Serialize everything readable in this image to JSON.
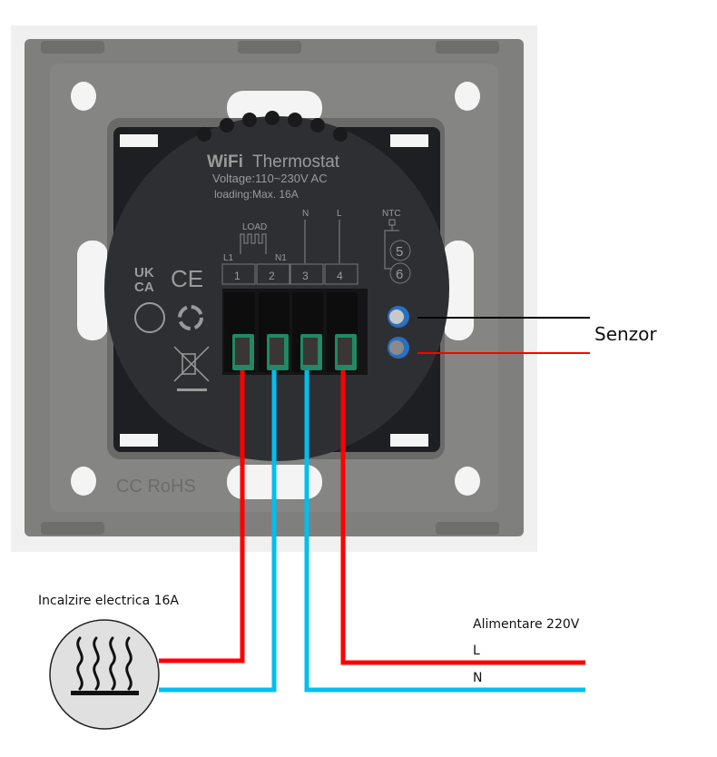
{
  "device": {
    "brand_line": "WiFi",
    "model_line": "Thermostat",
    "voltage": "Voltage:110~230V AC",
    "loading": "loading:Max. 16A",
    "load_label": "LOAD",
    "terminal_top_labels": {
      "l1": "L1",
      "n1": "N1",
      "n": "N",
      "l": "L"
    },
    "terminals": [
      "1",
      "2",
      "3",
      "4"
    ],
    "ntc_label": "NTC",
    "ntc_terminals": [
      "5",
      "6"
    ],
    "marks": {
      "ukca_top": "UK",
      "ukca_bottom": "CA",
      "ce": "CE"
    },
    "plate_marking": "CC RoHS"
  },
  "labels": {
    "sensor": "Senzor",
    "heater": "Incalzire electrica 16A",
    "supply": "Alimentare 220V",
    "supply_l": "L",
    "supply_n": "N"
  },
  "wires": [
    {
      "name": "heater-live",
      "from": "terminal 1",
      "to": "heater",
      "color": "#ff0000"
    },
    {
      "name": "heater-neutral",
      "from": "terminal 2",
      "to": "heater",
      "color": "#00bfef"
    },
    {
      "name": "supply-neutral",
      "from": "terminal 3",
      "to": "supply N",
      "color": "#00bfef"
    },
    {
      "name": "supply-live",
      "from": "terminal 4",
      "to": "supply L",
      "color": "#ff0000"
    },
    {
      "name": "sensor-wire-1",
      "from": "NTC 5",
      "to": "sensor",
      "color": "#000000"
    },
    {
      "name": "sensor-wire-2",
      "from": "NTC 6",
      "to": "sensor",
      "color": "#ff0000"
    }
  ],
  "colors": {
    "live": "#ff0000",
    "neutral": "#00bfef",
    "sensor": "#000000",
    "plate": "#7f7f7d",
    "body": "#2e2f33"
  }
}
